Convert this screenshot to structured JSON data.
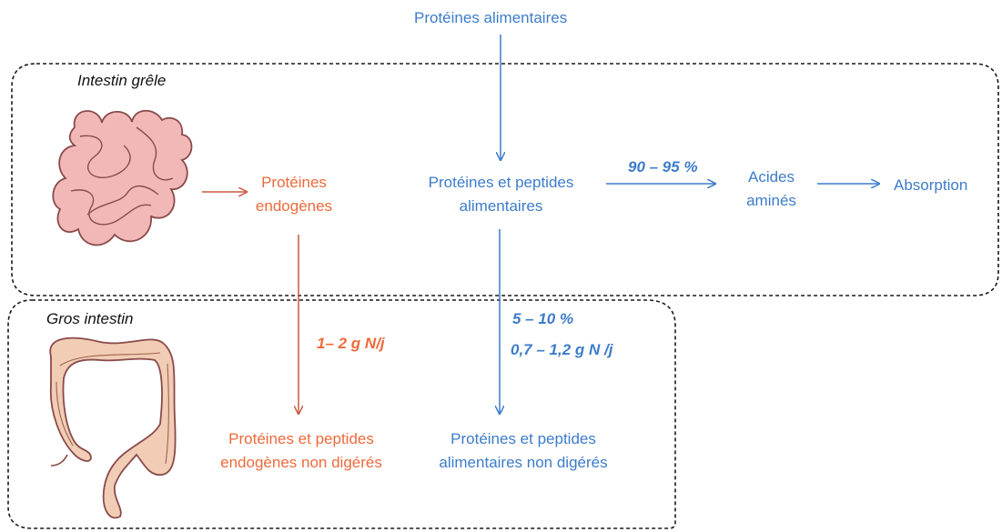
{
  "colors": {
    "blue": "#3d7cc9",
    "orange": "#ee6a3c",
    "arrow_orange": "#cc5a45",
    "box_border": "#1a1a1a",
    "intestine_pink": "#f2b8b8",
    "intestine_outline": "#8a4a4a",
    "colon_fill": "#f1cdb5"
  },
  "icons": {
    "small_intestine": "small-intestine-illustration",
    "large_intestine": "large-intestine-illustration"
  },
  "regions": {
    "small_intestine": "Intestin grêle",
    "large_intestine": "Gros intestin"
  },
  "nodes": {
    "dietary_proteins": "Protéines alimentaires",
    "endogenous_proteins": {
      "line1": "Protéines",
      "line2": "endogènes"
    },
    "dietary_peptides": {
      "line1": "Protéines et peptides",
      "line2": "alimentaires"
    },
    "amino_acids": {
      "line1": "Acides",
      "line2": "aminés"
    },
    "absorption": "Absorption",
    "endogenous_undigested": {
      "line1": "Protéines et peptides",
      "line2": "endogènes non digérés"
    },
    "dietary_undigested": {
      "line1": "Protéines et peptides",
      "line2": "alimentaires non digérés"
    }
  },
  "edge_labels": {
    "amino_acid_fraction": "90 – 95 %",
    "endogenous_flux": "1– 2 g N/j",
    "dietary_fraction": "5 – 10 %",
    "dietary_flux": "0,7 – 1,2 g N /j"
  }
}
